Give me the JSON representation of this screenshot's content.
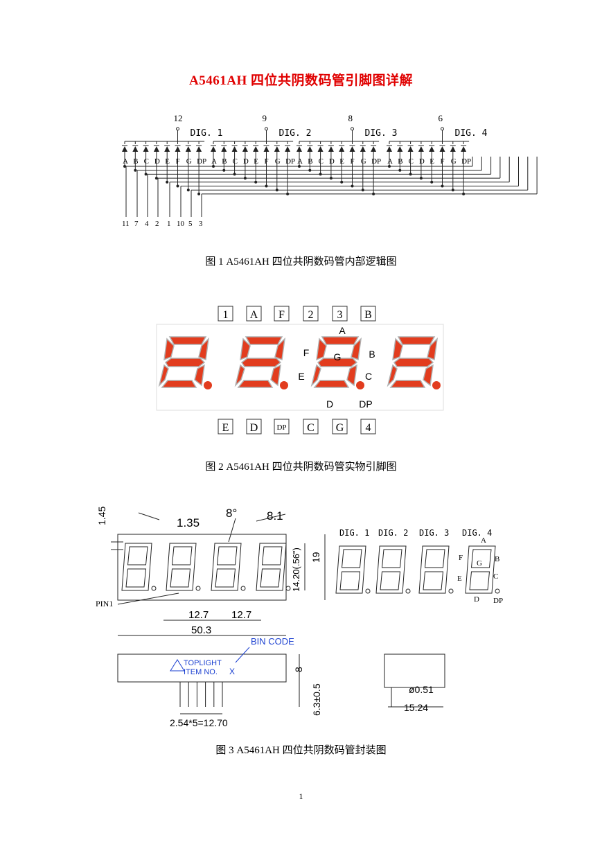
{
  "title": "A5461AH  四位共阴数码管引脚图详解",
  "figure1": {
    "caption": "图 1    A5461AH  四位共阴数码管内部逻辑图",
    "digits": [
      {
        "label": "DIG. 1",
        "pin": "12"
      },
      {
        "label": "DIG. 2",
        "pin": "9"
      },
      {
        "label": "DIG. 3",
        "pin": "8"
      },
      {
        "label": "DIG. 4",
        "pin": "6"
      }
    ],
    "segment_labels": [
      "A",
      "B",
      "C",
      "D",
      "E",
      "F",
      "G",
      "DP"
    ],
    "bottom_pins": [
      "11",
      "7",
      "4",
      "2",
      "1",
      "10",
      "5",
      "3"
    ]
  },
  "figure2": {
    "caption": "图 2    A5461AH  四位共阴数码管实物引脚图",
    "top_pins": [
      "1",
      "A",
      "F",
      "2",
      "3",
      "B"
    ],
    "bottom_pins": [
      "E",
      "D",
      "DP",
      "C",
      "G",
      "4"
    ],
    "segment_callouts": {
      "a": "A",
      "b": "B",
      "c": "C",
      "d": "D",
      "e": "E",
      "f": "F",
      "g": "G",
      "dp": "DP"
    },
    "segment_color": "#e23c1e",
    "title_color": "#e00000"
  },
  "figure3": {
    "caption": "图 3    A5461AH  四位共阴数码管封装图",
    "dims": {
      "d145": "1.45",
      "d135": "1.35",
      "angle": "8°",
      "d81": "8.1",
      "d19": "19",
      "d1420": "14.20(.56\")",
      "d127a": "12.7",
      "d127b": "12.7",
      "d503": "50.3",
      "d8": "8",
      "d63": "6.3±0.5",
      "pitch": "2.54*5=12.70",
      "dia": "ø0.51",
      "d1524": "15.24"
    },
    "pin1": "PIN1",
    "bin_code": "BIN CODE",
    "brand": "TOPLIGHT",
    "item_no": "ITEM NO.",
    "x_mark": "X",
    "dig_labels": [
      "DIG. 1",
      "DIG. 2",
      "DIG. 3",
      "DIG. 4"
    ],
    "seg_letters": {
      "a": "A",
      "b": "B",
      "c": "C",
      "d": "D",
      "e": "E",
      "f": "F",
      "g": "G",
      "dp": "DP"
    },
    "bin_color": "#1a3fd0"
  },
  "page_number": "1"
}
